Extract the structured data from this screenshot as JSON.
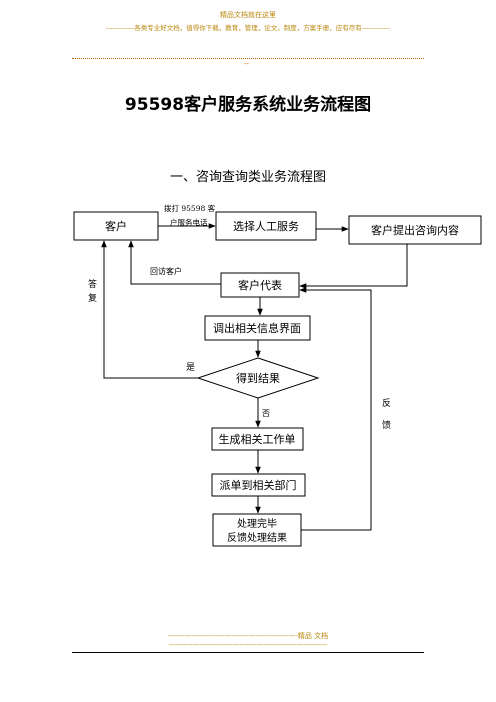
{
  "header": {
    "line1": "精品文档就在这里",
    "line2": "-------------各类专业好文档，值得你下载，教育，管理，论文，制度，方案手册，应有尽有-------------",
    "tail": "--"
  },
  "title": "95598客户服务系统业务流程图",
  "subtitle": "一、咨询查询类业务流程图",
  "flow": {
    "customer": "客户",
    "select_manual": "选择人工服务",
    "submit_query": "客户提出咨询内容",
    "rep": "客户代表",
    "open_ui": "调出相关信息界面",
    "got_result": "得到结果",
    "gen_ticket": "生成相关工作单",
    "dispatch": "派单到相关部门",
    "done_line1": "处理完毕",
    "done_line2": "反馈处理结果",
    "call_label_line1": "拨打 95598 客",
    "call_label_line2": "户服务电话",
    "callback_label": "回访客户",
    "answer_line1": "答",
    "answer_line2": "复",
    "yes_label": "是",
    "no_label": "否",
    "feedback_line1": "反",
    "feedback_line2": "馈"
  },
  "footer": {
    "line1": "-------------------------------------------------------精品   文档",
    "line2": "-------------------------------------------------------------------"
  }
}
